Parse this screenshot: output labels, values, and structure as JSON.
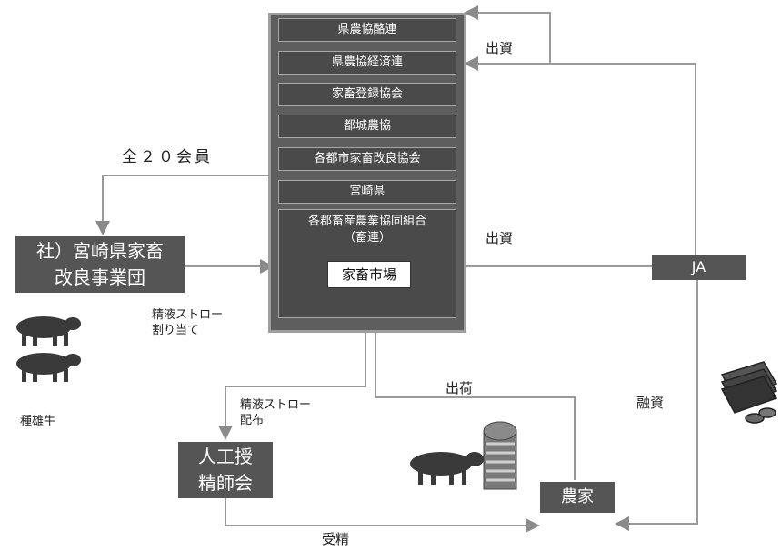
{
  "organizations": [
    "県農協酪連",
    "県農協経済連",
    "家畜登録協会",
    "都城農協",
    "各都市家畜改良協会",
    "宮崎県"
  ],
  "kumiai": {
    "title": "各郡畜産農業協同組合",
    "sub": "（畜連）"
  },
  "market": "家畜市場",
  "dantai": {
    "line1": "社）宮崎県家畜",
    "line2": "改良事業団"
  },
  "ja": "JA",
  "ai_assoc": {
    "line1": "人工授",
    "line2": "精師会"
  },
  "farmer": "農家",
  "labels": {
    "members": "全２０会員",
    "invest_top": "出資",
    "invest_mid": "出資",
    "straw_alloc_1": "精液ストロー",
    "straw_alloc_2": "割り当て",
    "straw_dist_1": "精液ストロー",
    "straw_dist_2": "配布",
    "shipment": "出荷",
    "loan": "融資",
    "insemination": "受精",
    "bull": "種雄牛"
  },
  "colors": {
    "box_dark": "#555555",
    "panel": "#5e5e5e",
    "arrow": "#9a9a9a"
  }
}
